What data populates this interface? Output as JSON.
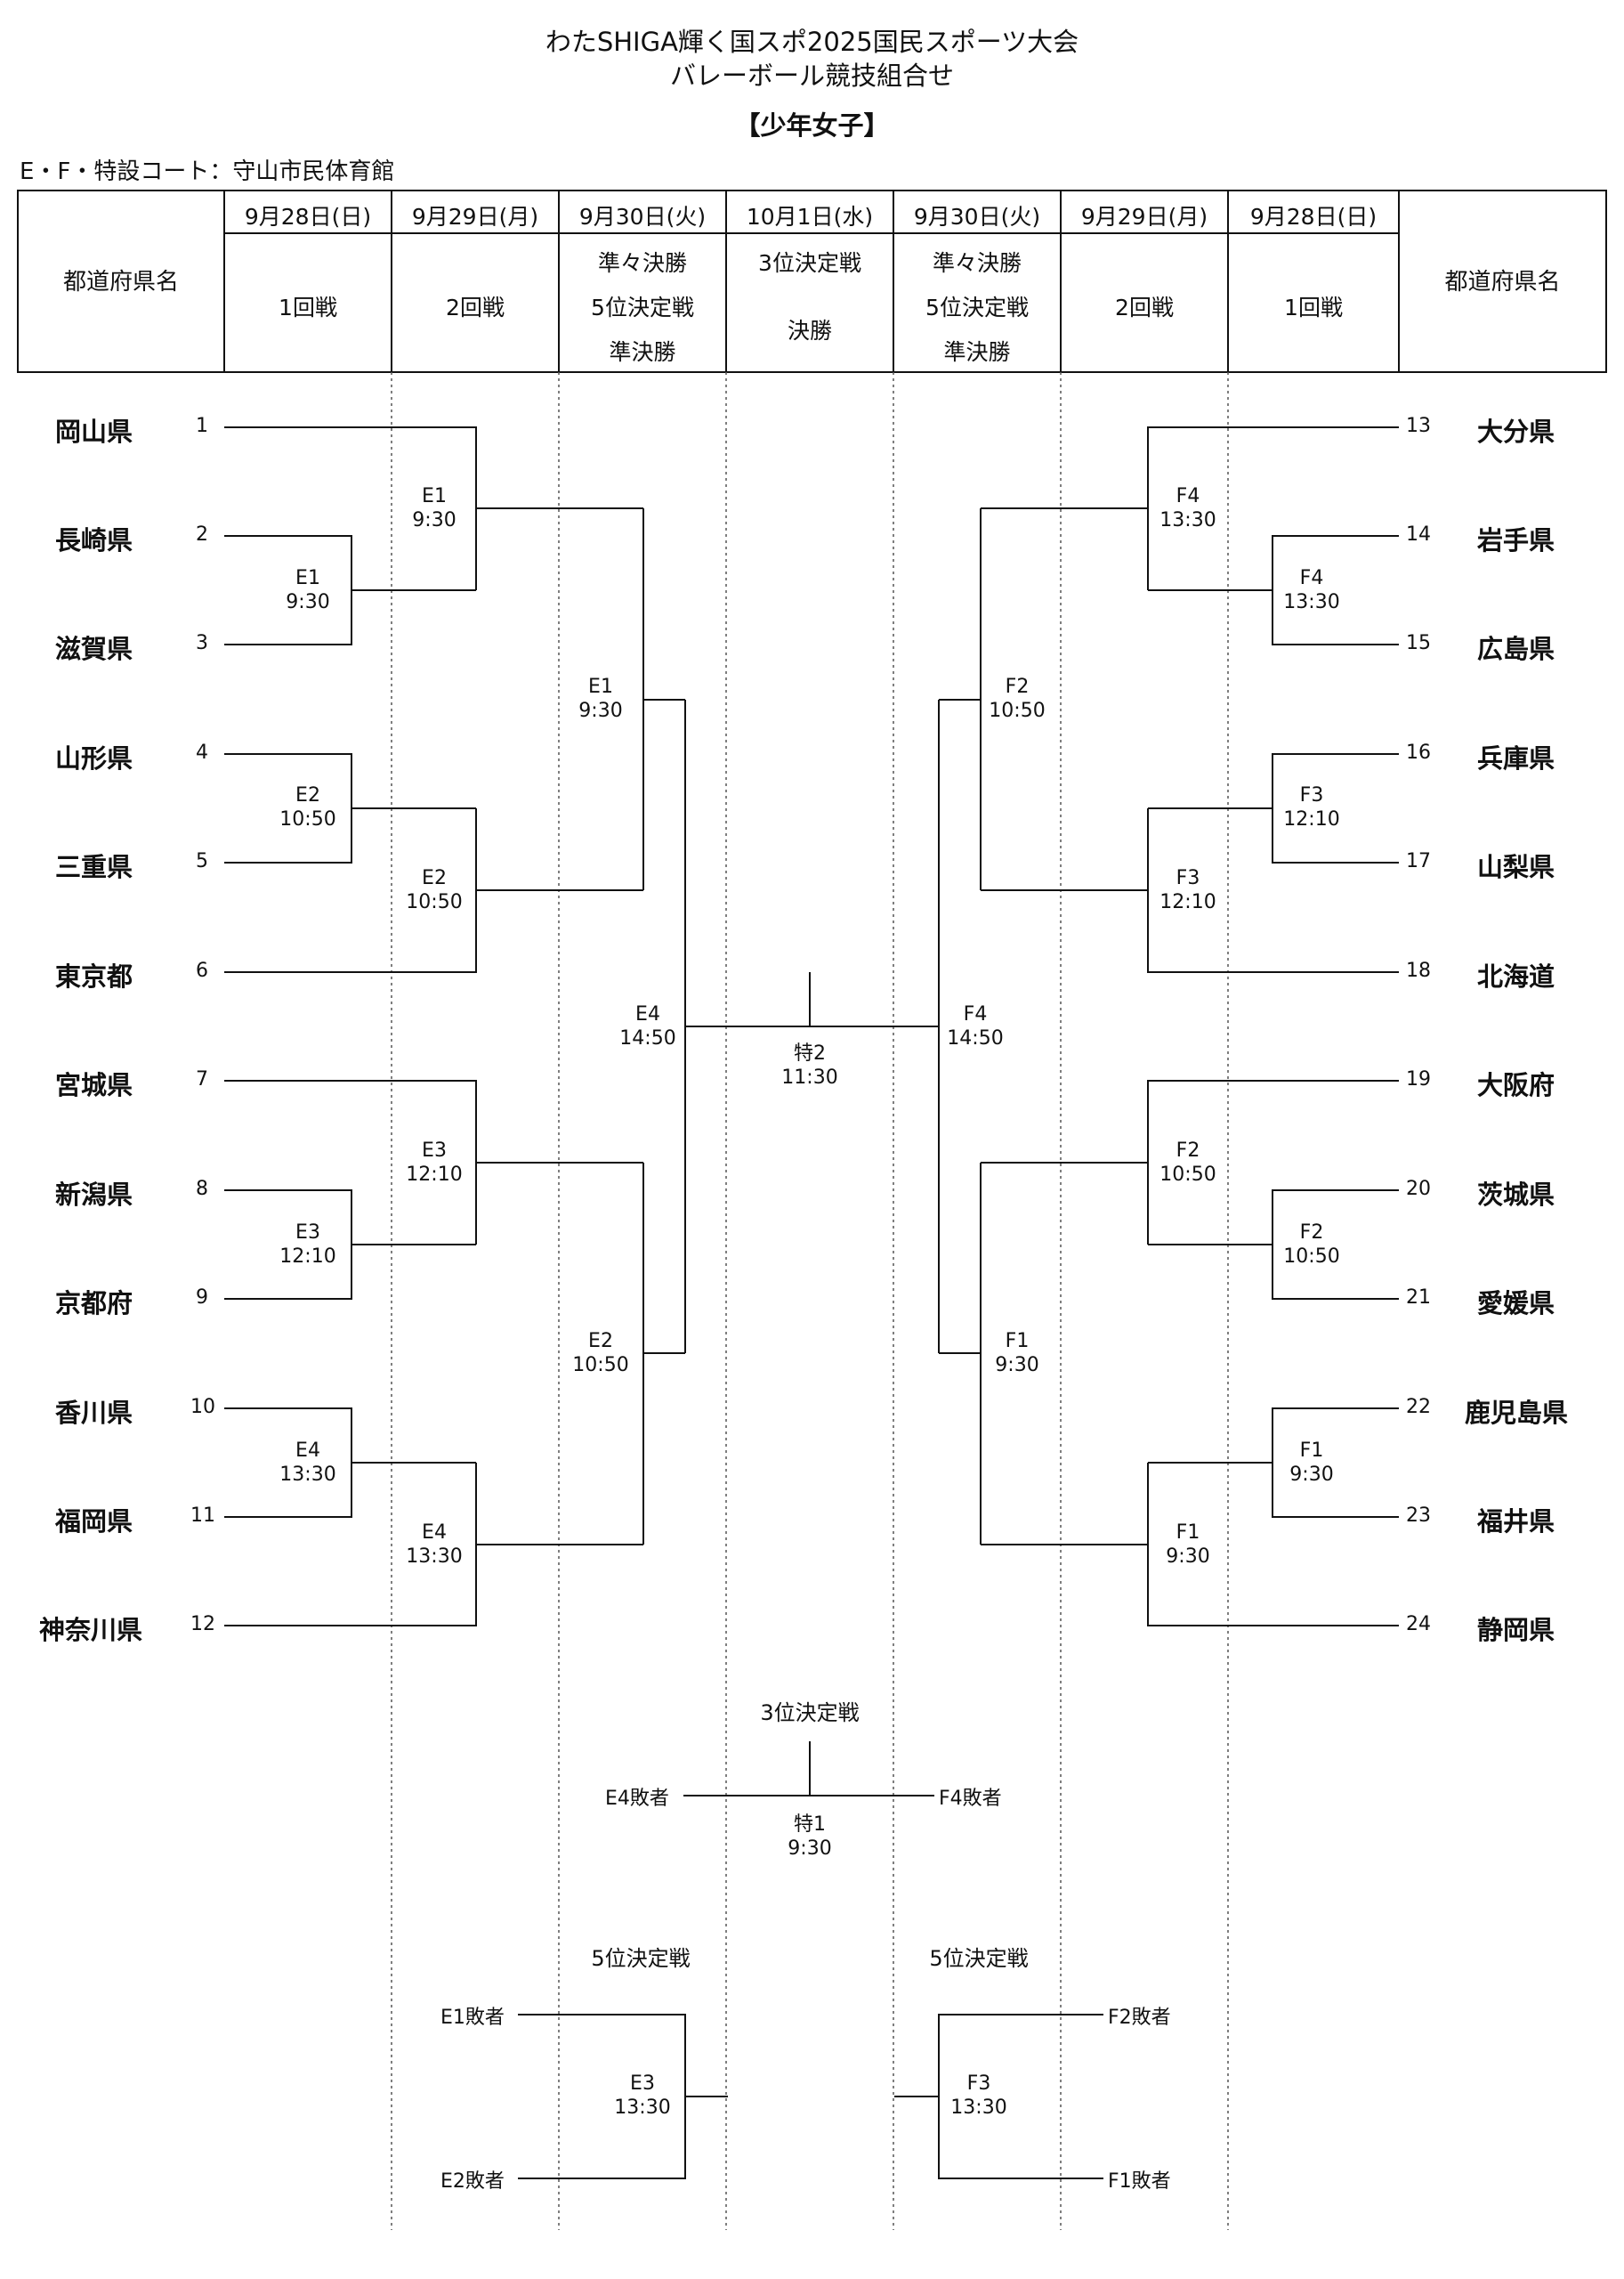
{
  "title": {
    "line1": "わたSHIGA輝く国スポ2025国民スポーツ大会",
    "line2": "バレーボール競技組合せ",
    "category": "【少年女子】"
  },
  "venue": "E・F・特設コート：守山市民体育館",
  "header": {
    "pref_label": "都道府県名",
    "dates": [
      "9月28日(日)",
      "9月29日(月)",
      "9月30日(火)",
      "10月1日(水)",
      "9月30日(火)",
      "9月29日(月)",
      "9月28日(日)"
    ],
    "rounds": [
      [
        "1回戦"
      ],
      [
        "2回戦"
      ],
      [
        "準々決勝",
        "5位決定戦",
        "準決勝"
      ],
      [
        "3位決定戦",
        "決勝"
      ],
      [
        "準々決勝",
        "5位決定戦",
        "準決勝"
      ],
      [
        "2回戦"
      ],
      [
        "1回戦"
      ]
    ]
  },
  "teams_left": [
    {
      "seed": "1",
      "name": "岡山県"
    },
    {
      "seed": "2",
      "name": "長崎県"
    },
    {
      "seed": "3",
      "name": "滋賀県"
    },
    {
      "seed": "4",
      "name": "山形県"
    },
    {
      "seed": "5",
      "name": "三重県"
    },
    {
      "seed": "6",
      "name": "東京都"
    },
    {
      "seed": "7",
      "name": "宮城県"
    },
    {
      "seed": "8",
      "name": "新潟県"
    },
    {
      "seed": "9",
      "name": "京都府"
    },
    {
      "seed": "10",
      "name": "香川県"
    },
    {
      "seed": "11",
      "name": "福岡県"
    },
    {
      "seed": "12",
      "name": "神奈川県"
    }
  ],
  "teams_right": [
    {
      "seed": "13",
      "name": "大分県"
    },
    {
      "seed": "14",
      "name": "岩手県"
    },
    {
      "seed": "15",
      "name": "広島県"
    },
    {
      "seed": "16",
      "name": "兵庫県"
    },
    {
      "seed": "17",
      "name": "山梨県"
    },
    {
      "seed": "18",
      "name": "北海道"
    },
    {
      "seed": "19",
      "name": "大阪府"
    },
    {
      "seed": "20",
      "name": "茨城県"
    },
    {
      "seed": "21",
      "name": "愛媛県"
    },
    {
      "seed": "22",
      "name": "鹿児島県"
    },
    {
      "seed": "23",
      "name": "福井県"
    },
    {
      "seed": "24",
      "name": "静岡県"
    }
  ],
  "matches": {
    "l1a": {
      "court": "E1",
      "time": "9:30"
    },
    "l1b": {
      "court": "E2",
      "time": "10:50"
    },
    "l1c": {
      "court": "E3",
      "time": "12:10"
    },
    "l1d": {
      "court": "E4",
      "time": "13:30"
    },
    "l2a": {
      "court": "E1",
      "time": "9:30"
    },
    "l2b": {
      "court": "E2",
      "time": "10:50"
    },
    "l2c": {
      "court": "E3",
      "time": "12:10"
    },
    "l2d": {
      "court": "E4",
      "time": "13:30"
    },
    "lqa": {
      "court": "E1",
      "time": "9:30"
    },
    "lqb": {
      "court": "E2",
      "time": "10:50"
    },
    "lsf": {
      "court": "E4",
      "time": "14:50"
    },
    "r1a": {
      "court": "F4",
      "time": "13:30"
    },
    "r1b": {
      "court": "F3",
      "time": "12:10"
    },
    "r1c": {
      "court": "F2",
      "time": "10:50"
    },
    "r1d": {
      "court": "F1",
      "time": "9:30"
    },
    "r2a": {
      "court": "F4",
      "time": "13:30"
    },
    "r2b": {
      "court": "F3",
      "time": "12:10"
    },
    "r2c": {
      "court": "F2",
      "time": "10:50"
    },
    "r2d": {
      "court": "F1",
      "time": "9:30"
    },
    "rqa": {
      "court": "F2",
      "time": "10:50"
    },
    "rqb": {
      "court": "F1",
      "time": "9:30"
    },
    "rsf": {
      "court": "F4",
      "time": "14:50"
    },
    "final": {
      "court": "特2",
      "time": "11:30"
    },
    "third": {
      "court": "特1",
      "time": "9:30"
    },
    "fifth_l": {
      "court": "E3",
      "time": "13:30"
    },
    "fifth_r": {
      "court": "F3",
      "time": "13:30"
    }
  },
  "third_place": {
    "label": "3位決定戦",
    "left": "E4敗者",
    "right": "F4敗者"
  },
  "fifth_place": {
    "label_left": "5位決定戦",
    "label_right": "5位決定戦",
    "l_top": "E1敗者",
    "l_bot": "E2敗者",
    "r_top": "F2敗者",
    "r_bot": "F1敗者"
  }
}
